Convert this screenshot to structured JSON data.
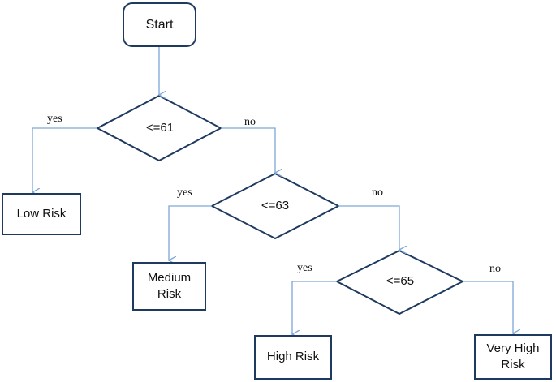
{
  "diagram": {
    "start": "Start",
    "decisions": [
      {
        "label": "<=61",
        "yes": "yes",
        "no": "no"
      },
      {
        "label": "<=63",
        "yes": "yes",
        "no": "no"
      },
      {
        "label": "<=65",
        "yes": "yes",
        "no": "no"
      }
    ],
    "outcomes": {
      "low": "Low Risk",
      "medium_line1": "Medium",
      "medium_line2": "Risk",
      "high": "High Risk",
      "very_high_line1": "Very High",
      "very_high_line2": "Risk"
    }
  },
  "colors": {
    "box_border": "#1f3a5f",
    "arrow": "#7ea6d8"
  }
}
